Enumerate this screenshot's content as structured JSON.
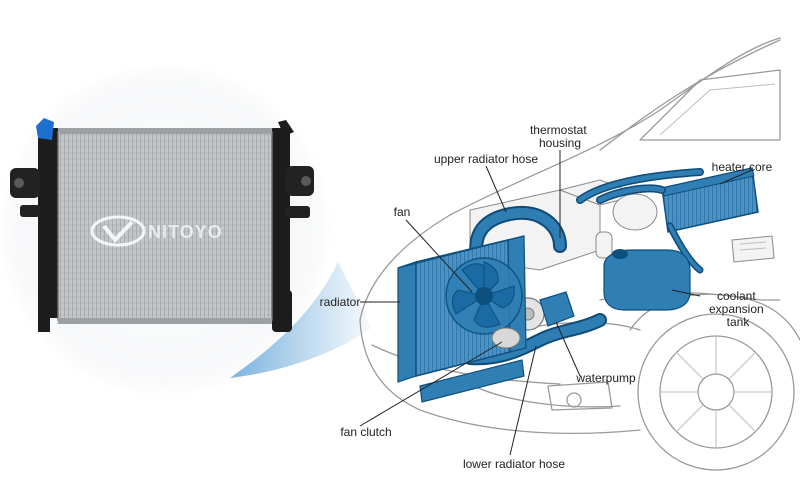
{
  "product_photo": {
    "watermark": "NITOYO"
  },
  "diagram": {
    "labels": {
      "thermostat": [
        "thermostat",
        "housing"
      ],
      "upper_hose": "upper radiator hose",
      "heater_core": "heater core",
      "fan": "fan",
      "radiator": "radiator",
      "coolant_tank": [
        "coolant",
        "expansion",
        "tank"
      ],
      "waterpump": "waterpump",
      "fan_clutch": "fan clutch",
      "lower_hose": "lower radiator hose"
    }
  },
  "colors": {
    "coolant_blue": "#2f7fb5",
    "coolant_blue_dark": "#0d4f7e",
    "radiator_metal": "#b9bcbe",
    "frame_black": "#1c1c1c",
    "cap_blue": "#1f6fd0"
  }
}
